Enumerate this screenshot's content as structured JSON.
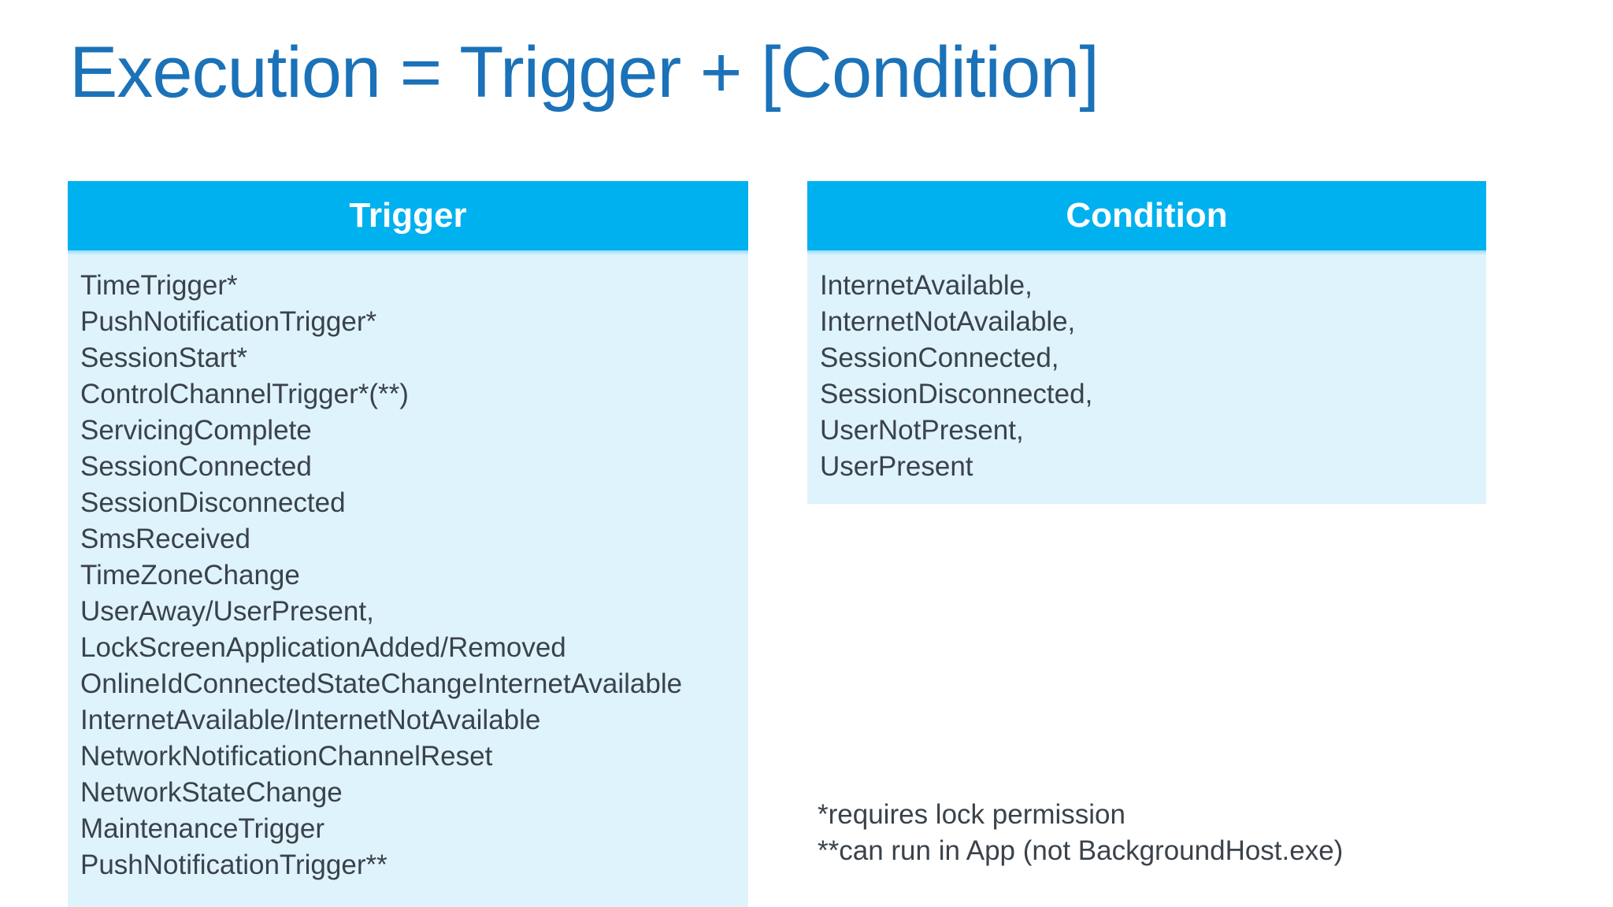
{
  "slide": {
    "title": "Execution = Trigger + [Condition]"
  },
  "trigger_table": {
    "header": "Trigger",
    "items": [
      "TimeTrigger*",
      "PushNotificationTrigger*",
      "SessionStart*",
      "ControlChannelTrigger*(**)",
      "ServicingComplete",
      "SessionConnected",
      "SessionDisconnected",
      "SmsReceived",
      "TimeZoneChange",
      "UserAway/UserPresent,",
      "LockScreenApplicationAdded/Removed",
      "OnlineIdConnectedStateChangeInternetAvailable",
      "InternetAvailable/InternetNotAvailable",
      "NetworkNotificationChannelReset",
      "NetworkStateChange",
      "MaintenanceTrigger",
      "PushNotificationTrigger**"
    ]
  },
  "condition_table": {
    "header": "Condition",
    "items": [
      "InternetAvailable,",
      "InternetNotAvailable,",
      "SessionConnected,",
      "SessionDisconnected,",
      "UserNotPresent,",
      "UserPresent"
    ]
  },
  "footnotes": {
    "line1": "*requires lock permission",
    "line2": "**can run in App (not BackgroundHost.exe)"
  },
  "colors": {
    "title-color": "#1b72b8",
    "header-bg": "#00b1ef",
    "header-text": "#ffffff",
    "body-bg": "#dff3fc",
    "list-text": "#3a424b",
    "page-bg": "#ffffff"
  }
}
